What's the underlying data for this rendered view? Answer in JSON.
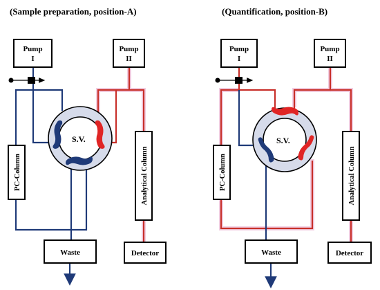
{
  "panels": [
    {
      "title": "(Sample preparation, position-A)",
      "pump1": [
        "Pump",
        "I"
      ],
      "pump2": [
        "Pump",
        "II"
      ],
      "valve": "S.V.",
      "pc_column": "PC-Column",
      "analytical_column": "Analytical Column",
      "waste": "Waste",
      "detector": "Detector"
    },
    {
      "title": "(Quantification, position-B)",
      "pump1": [
        "Pump",
        "I"
      ],
      "pump2": [
        "Pump",
        "II"
      ],
      "valve": "S.V.",
      "pc_column": "PC-Column",
      "analytical_column": "Analytical Column",
      "waste": "Waste",
      "detector": "Detector"
    }
  ],
  "colors": {
    "sample_line": "#1f3a78",
    "eluent_line": "#c8302a",
    "valve_ring": "#d6dbea"
  }
}
